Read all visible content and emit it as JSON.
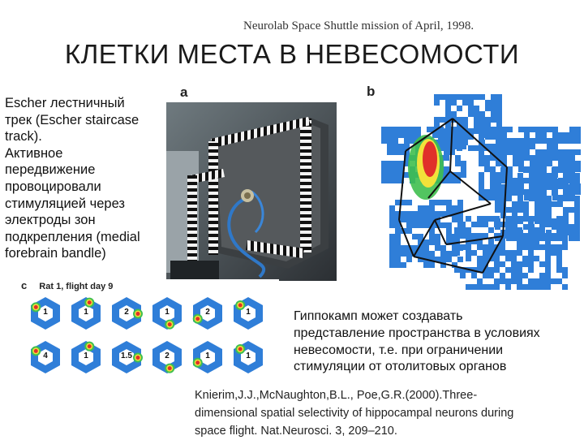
{
  "header": {
    "mission_caption": "Neurolab Space Shuttle mission of April, 1998.",
    "title": "КЛЕТКИ МЕСТА В НЕВЕСОМОСТИ"
  },
  "left_text": {
    "lines": [
      "Escher лестничный",
      "трек (Escher staircase",
      "track).",
      "Активное",
      "передвижение",
      "провоцировали",
      "стимуляцией через",
      "электроды зон",
      "подкрепления (medial",
      "forebrain bandle)"
    ]
  },
  "figure": {
    "panel_a_label": "a",
    "panel_b_label": "b",
    "panel_c_label": "c",
    "panel_c_title": "Rat 1, flight day 9",
    "cell_labels_row1": [
      "1",
      "1",
      "2",
      "1",
      "2",
      "1"
    ],
    "cell_labels_row2": [
      "4",
      "1",
      "1.5",
      "2",
      "1",
      "1"
    ],
    "colors": {
      "map_blue": "#2f7ed8",
      "map_green": "#3fbf4f",
      "map_yellow": "#f2e23a",
      "map_red": "#e0302a",
      "frame_black": "#111111"
    }
  },
  "right_text": {
    "lines": [
      "Гиппокамп может создавать",
      "представление пространства в условиях",
      "невесомости, т.е. при ограничении",
      "стимуляции от отолитовых органов"
    ]
  },
  "reference": {
    "lines": [
      "Knierim,J.J.,McNaughton,B.L., Poe,G.R.(2000).Three-",
      "dimensional spatial selectivity of hippocampal neurons during",
      "space flight. Nat.Neurosci. 3, 209–210."
    ]
  }
}
